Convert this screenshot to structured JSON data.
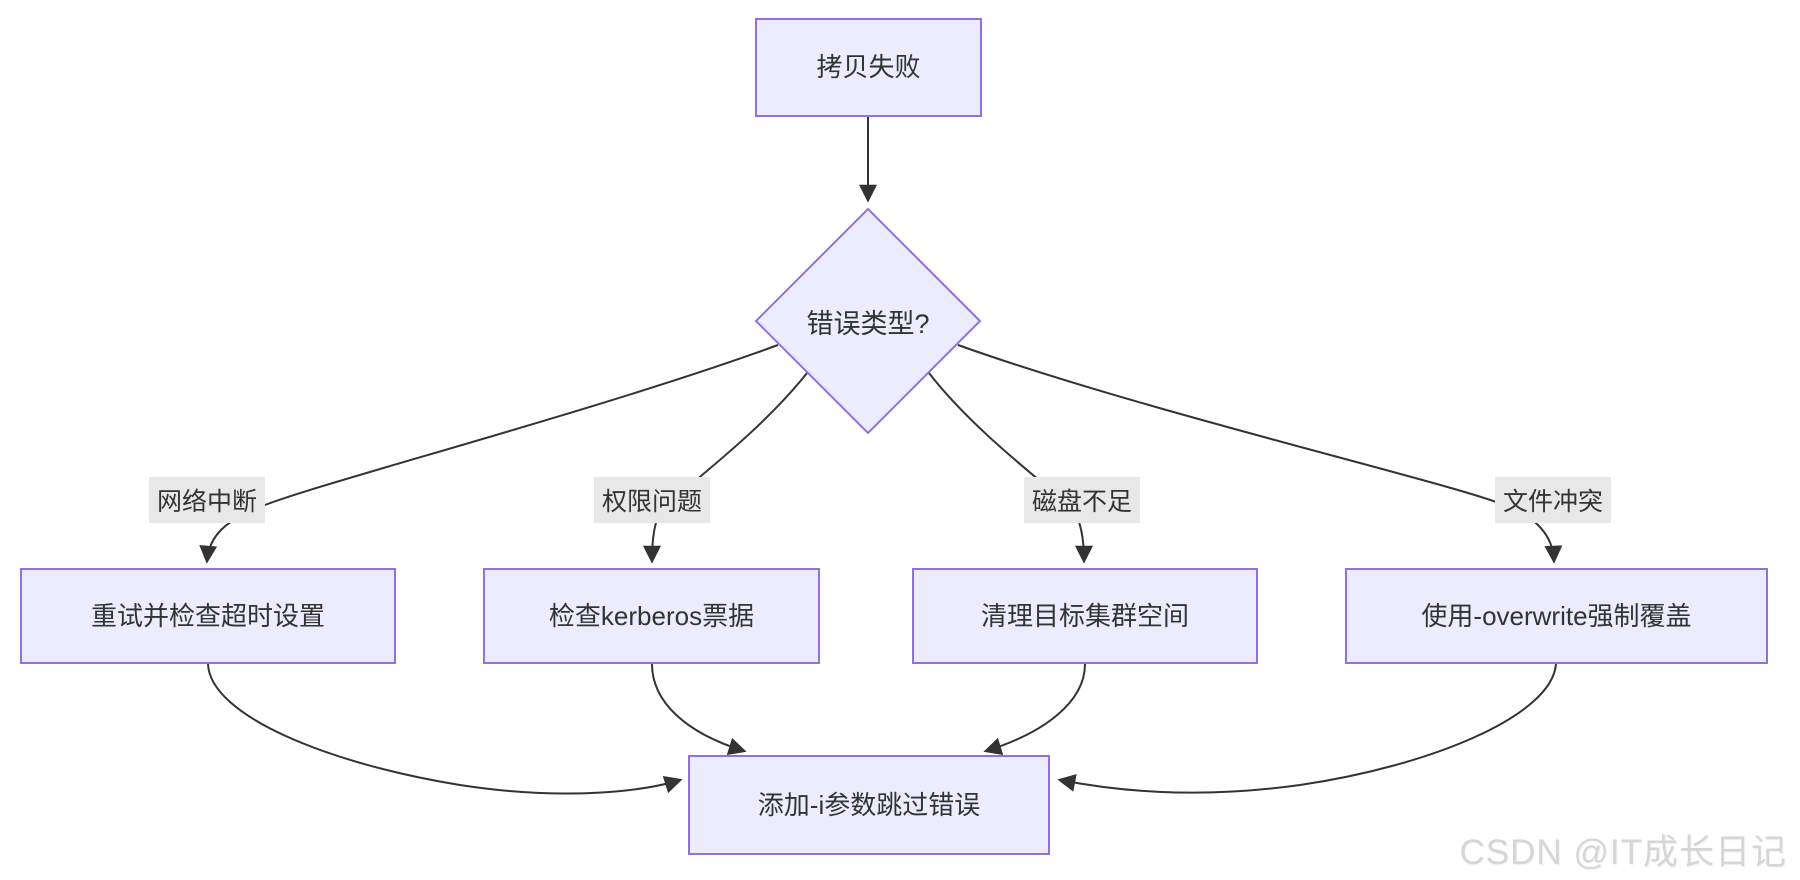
{
  "diagram": {
    "type": "flowchart",
    "nodes": [
      {
        "id": "start",
        "label": "拷贝失败",
        "shape": "rect"
      },
      {
        "id": "decision",
        "label": "错误类型?",
        "shape": "diamond"
      },
      {
        "id": "network",
        "label": "重试并检查超时设置",
        "shape": "rect"
      },
      {
        "id": "permission",
        "label": "检查kerberos票据",
        "shape": "rect"
      },
      {
        "id": "disk",
        "label": "清理目标集群空间",
        "shape": "rect"
      },
      {
        "id": "conflict",
        "label": "使用-overwrite强制覆盖",
        "shape": "rect"
      },
      {
        "id": "skip",
        "label": "添加-i参数跳过错误",
        "shape": "rect"
      }
    ],
    "edges": [
      {
        "from": "start",
        "to": "decision",
        "label": ""
      },
      {
        "from": "decision",
        "to": "network",
        "label": "网络中断"
      },
      {
        "from": "decision",
        "to": "permission",
        "label": "权限问题"
      },
      {
        "from": "decision",
        "to": "disk",
        "label": "磁盘不足"
      },
      {
        "from": "decision",
        "to": "conflict",
        "label": "文件冲突"
      },
      {
        "from": "network",
        "to": "skip",
        "label": ""
      },
      {
        "from": "permission",
        "to": "skip",
        "label": ""
      },
      {
        "from": "disk",
        "to": "skip",
        "label": ""
      },
      {
        "from": "conflict",
        "to": "skip",
        "label": ""
      }
    ],
    "colors": {
      "node_fill": "#ECECFF",
      "node_border": "#9370DB",
      "edge_line": "#333333",
      "edge_label_bg": "#e8e8e8",
      "text": "#333333"
    }
  },
  "watermark": {
    "text": "CSDN @IT成长日记",
    "color": "#d6d6d6"
  }
}
